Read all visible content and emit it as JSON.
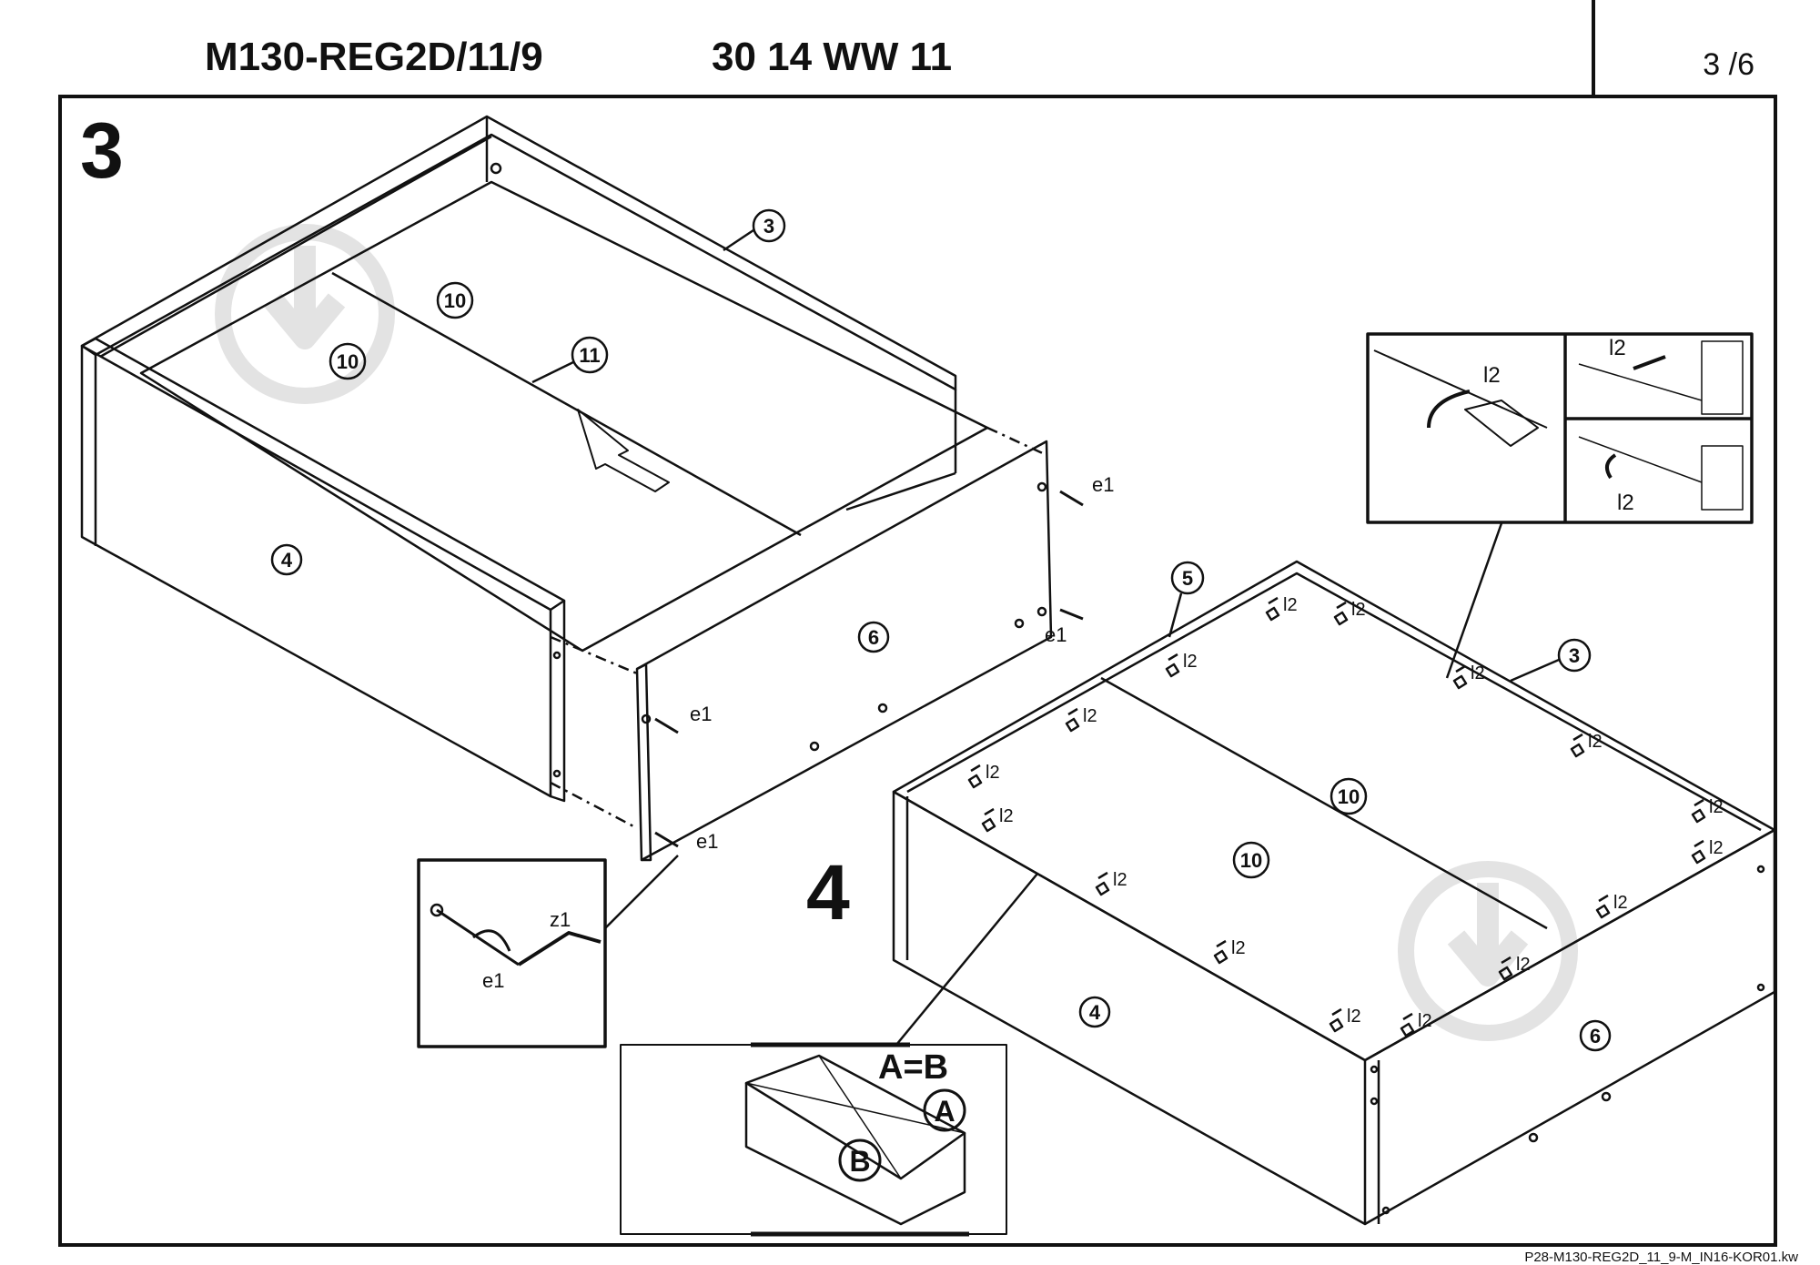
{
  "header": {
    "model": "M130-REG2D/11/9",
    "code": "30 14 WW 11",
    "page": "3 /6"
  },
  "steps": [
    {
      "number": "3"
    },
    {
      "number": "4"
    }
  ],
  "step3": {
    "part_labels": [
      "3",
      "10",
      "10",
      "11",
      "4",
      "6"
    ],
    "fittings": [
      "e1",
      "e1",
      "e1",
      "e1"
    ],
    "detail": {
      "tool": "z1",
      "fitting": "e1"
    }
  },
  "step4": {
    "part_labels": [
      "5",
      "3",
      "10",
      "10",
      "4",
      "6"
    ],
    "fitting": "l2",
    "equation": "A=B",
    "points": [
      "A",
      "B"
    ],
    "detail_fittings": [
      "l2",
      "l2",
      "l2"
    ]
  },
  "footer": "P28-M130-REG2D_11_9-M_IN16-KOR01.kw",
  "colors": {
    "ink": "#111111",
    "paper": "#ffffff",
    "watermark": "#e3e3e3"
  }
}
